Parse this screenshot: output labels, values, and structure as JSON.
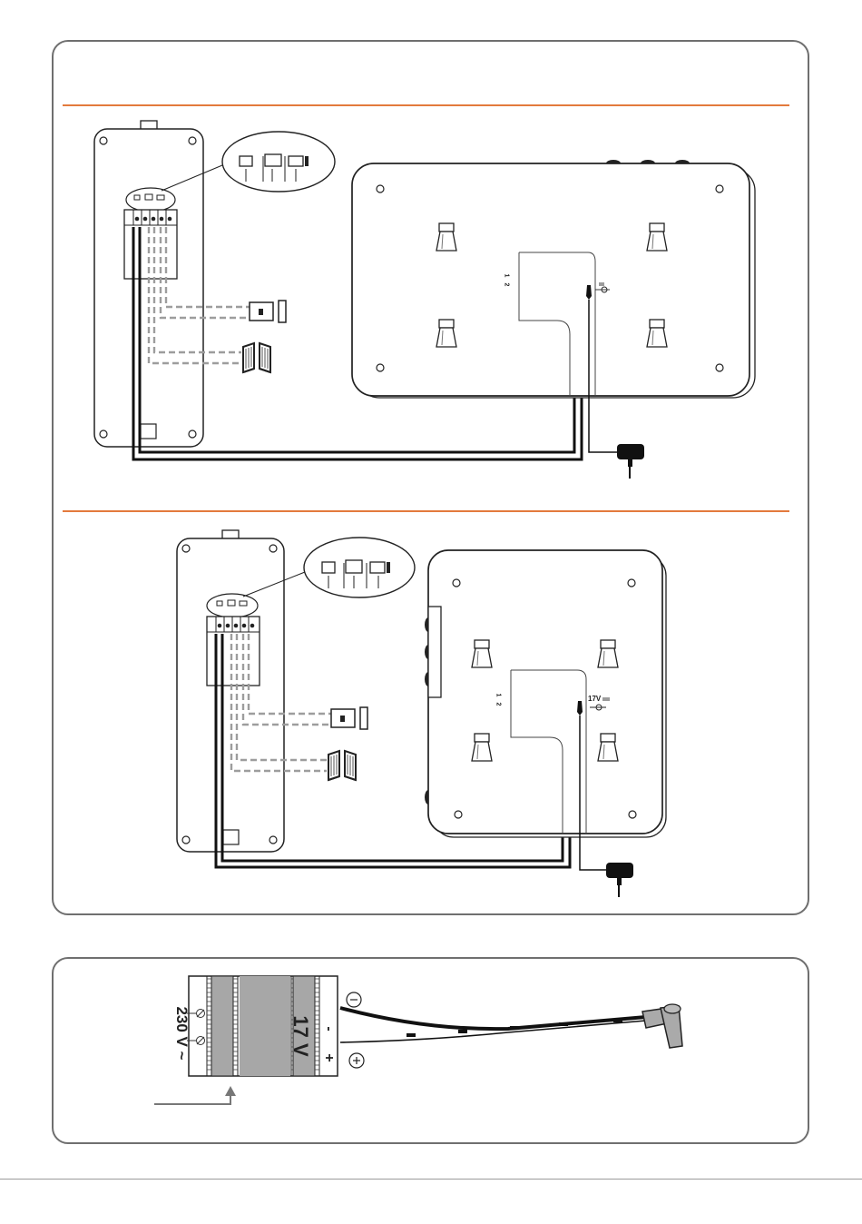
{
  "diagram": {
    "monitor_b_voltage_label": "17V",
    "psu": {
      "input_label": "230 V ~",
      "output_label": "17 V",
      "minus_terminal": "-",
      "plus_terminal": "+",
      "minus_symbol": "−",
      "plus_symbol": "+"
    },
    "terminal_numbers": [
      "1",
      "2"
    ],
    "colors": {
      "accent": "#e37a3d",
      "frame": "#6f6f6f",
      "wire": "#111111",
      "dashed_wire": "#9d9d9d"
    }
  }
}
